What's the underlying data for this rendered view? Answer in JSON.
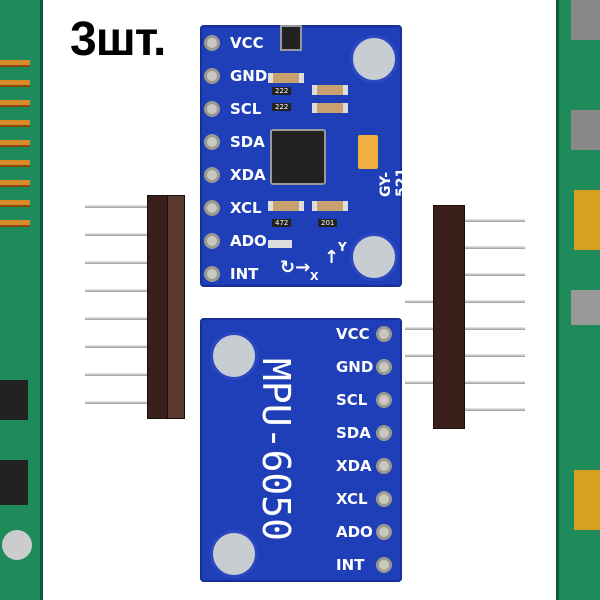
{
  "title": "3шт.",
  "board_top": {
    "pins": [
      "VCC",
      "GND",
      "SCL",
      "SDA",
      "XDA",
      "XCL",
      "ADO",
      "INT"
    ],
    "model": "GY-521",
    "axis_x": "X",
    "axis_y": "Y",
    "resistor_codes": [
      "222",
      "222",
      "472",
      "201"
    ]
  },
  "board_bottom": {
    "pins": [
      "VCC",
      "GND",
      "SCL",
      "SDA",
      "XDA",
      "XCL",
      "ADO",
      "INT"
    ],
    "model": "MPU-6050"
  },
  "colors": {
    "board": "#1f3fb8",
    "pcb": "#1f8a5a",
    "header": "#3a1f1a"
  }
}
